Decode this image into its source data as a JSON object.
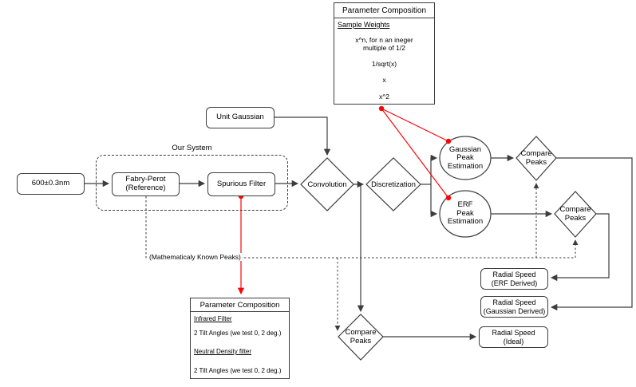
{
  "colors": {
    "line": "#3d3d3d",
    "red": "#fb0507",
    "text": "#000000",
    "background": "#ffffff"
  },
  "nodes": {
    "source": {
      "label": "600±0.3nm"
    },
    "unit_gaussian": {
      "label": "Unit Gaussian"
    },
    "our_system": {
      "label": "Our System"
    },
    "fabry_perot": {
      "label": "Fabry-Perot\n(Reference)"
    },
    "spurious_filter": {
      "label": "Spurious Filter"
    },
    "convolution": {
      "label": "Convolution"
    },
    "discretization": {
      "label": "Discretization"
    },
    "gaussian_peak": {
      "label": "Gaussian\nPeak\nEstimation"
    },
    "erf_peak": {
      "label": "ERF\nPeak\nEstimation"
    },
    "compare_gaussian": {
      "label": "Compare\nPeaks"
    },
    "compare_erf": {
      "label": "Compare\nPeaks"
    },
    "compare_ideal": {
      "label": "Compare\nPeaks"
    },
    "radial_erf": {
      "label": "Radial Speed\n(ERF Derived)"
    },
    "radial_gaussian": {
      "label": "Radial Speed\n(Gaussian Derived)"
    },
    "radial_ideal": {
      "label": "Radial Speed\n(Ideal)"
    }
  },
  "annotations": {
    "known_peaks": "(Mathematicaly Known Peaks)"
  },
  "param_weights": {
    "title": "Parameter Composition",
    "heading": "Sample Weights",
    "items": [
      "x^n, for n an ineger\nmultiple of 1/2",
      "1/sqrt(x)",
      "x",
      "x^2"
    ]
  },
  "param_filters": {
    "title": "Parameter Composition",
    "sections": [
      {
        "heading": "Infrared Filter",
        "item": "2 Tilt Angles (we test 0, 2 deg.)"
      },
      {
        "heading": "Neutral Density filter",
        "item": "2 Tilt Angles (we test 0, 2 deg.)"
      }
    ]
  }
}
